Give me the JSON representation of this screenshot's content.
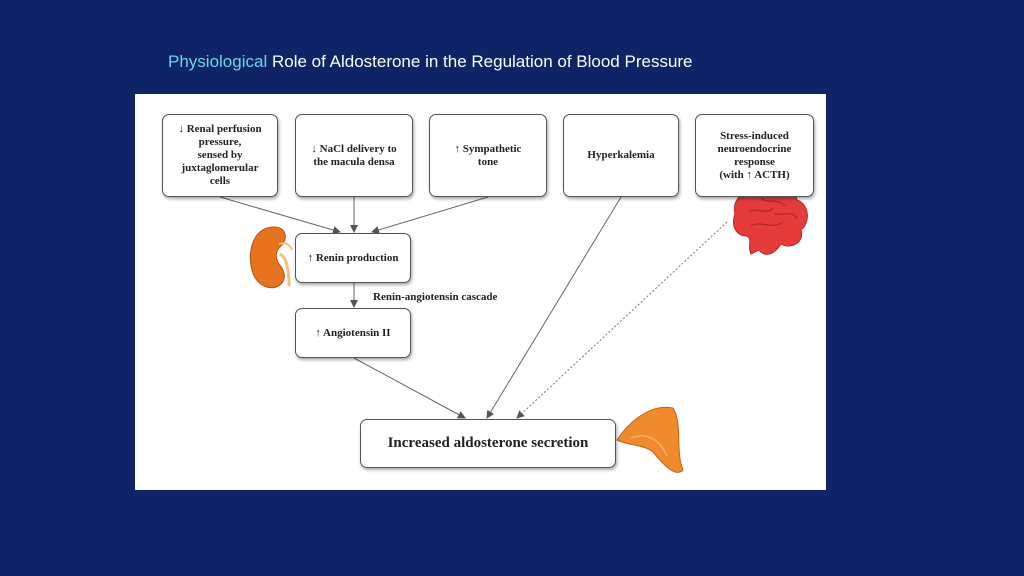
{
  "title": {
    "highlight": "Physiological",
    "rest": "Role of Aldosterone in the Regulation of Blood Pressure"
  },
  "colors": {
    "background": "#0e2466",
    "title_highlight": "#6fd3ea",
    "kidney": "#e8731e",
    "brain": "#e53b3b",
    "adrenal": "#f08a2c"
  },
  "diagram": {
    "inputs": [
      "↓ Renal perfusion\npressure,\nsensed by\njuxtaglomerular\ncells",
      "↓ NaCl delivery to\nthe macula densa",
      "↑ Sympathetic\ntone",
      "Hyperkalemia",
      "Stress-induced\nneuroendocrine\nresponse\n(with ↑ ACTH)"
    ],
    "renin": "↑ Renin production",
    "cascade_label": "Renin-angiotensin cascade",
    "angiotensin": "↑ Angiotensin II",
    "output": "Increased aldosterone secretion",
    "icons": [
      "kidney-icon",
      "brain-icon",
      "adrenal-gland-icon"
    ]
  }
}
